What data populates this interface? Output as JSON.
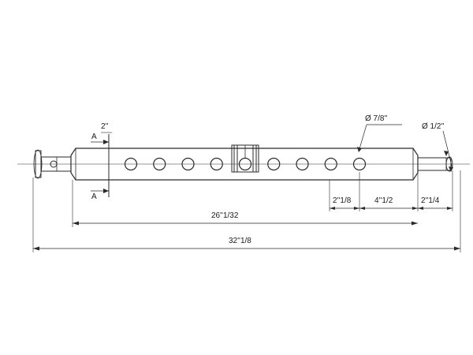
{
  "drawing": {
    "section_label": "A",
    "dim_collar_width": "2''",
    "dim_hole_diameter": "Ø 7/8''",
    "dim_pin_diameter": "Ø 1/2''",
    "dim_end_to_last_hole": "2''1/8",
    "dim_hole_spacing": "4''1/2",
    "dim_pin_length": "2''1/4",
    "dim_bar_length": "26''1/32",
    "dim_total_length": "32''1/8",
    "hole_count": 9,
    "colors": {
      "line": "#2a2a2a",
      "background": "#ffffff"
    }
  }
}
